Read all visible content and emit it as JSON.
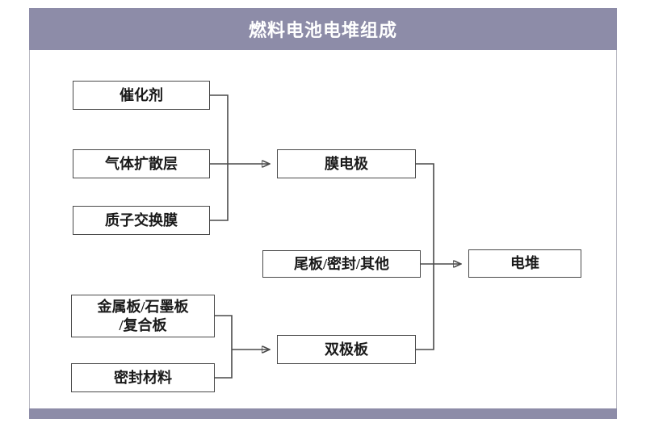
{
  "title": "燃料电池电堆组成",
  "nodes": {
    "catalyst": "催化剂",
    "gas_diffusion_layer": "气体扩散层",
    "proton_exchange_membrane": "质子交换膜",
    "membrane_electrode": "膜电极",
    "end_plate_seal_other": "尾板/密封/其他",
    "plate_materials_line1": "金属板/石墨板",
    "plate_materials_line2": "/复合板",
    "sealing_material": "密封材料",
    "bipolar_plate": "双极板",
    "stack": "电堆"
  },
  "colors": {
    "header_background": "#8d8ca8",
    "footer_background": "#8d8ca8",
    "box_border": "#4a4a4a",
    "connector_line": "#4a4a4a"
  }
}
